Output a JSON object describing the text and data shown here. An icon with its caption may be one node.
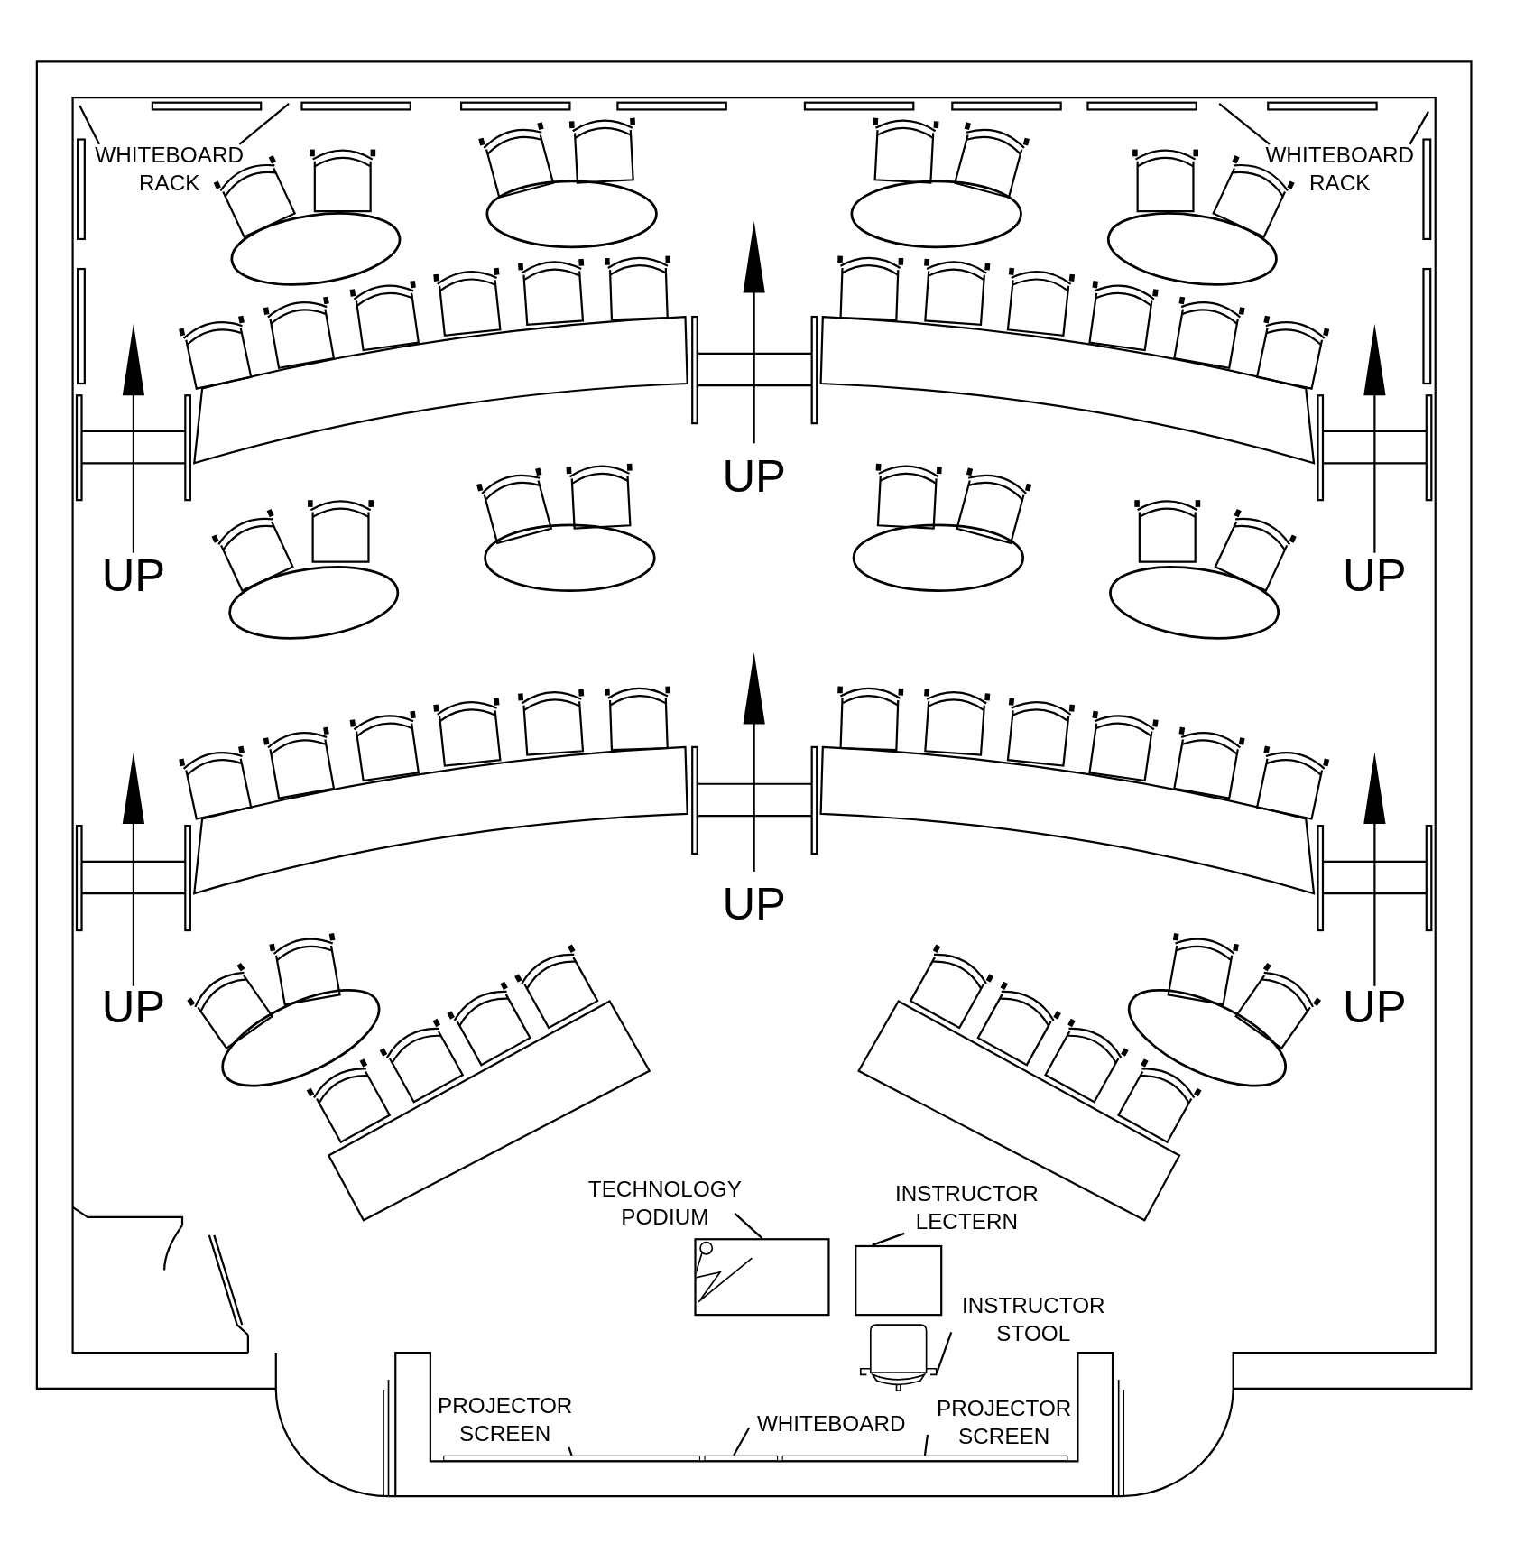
{
  "diagram": {
    "nodes": [
      {
        "text": [
          "WHITEBOARD RACK"
        ]
      },
      {
        "text": [
          "WHITEBOARD RACK"
        ]
      },
      {
        "text": [
          "TECHNOLOGY PODIUM"
        ]
      },
      {
        "text": [],
        "shape": "box"
      },
      {
        "text": [
          "INSTRUCTOR LECTERN"
        ]
      },
      {
        "text": [],
        "shape": "box"
      },
      {
        "text": [
          "INSTRUCTOR STOOL"
        ]
      },
      {
        "text": [],
        "shape": "picture"
      },
      {
        "text": [
          "PROJECTOR SCREEN"
        ]
      },
      {
        "text": [],
        "shape": "bar"
      },
      {
        "text": [
          "WHITEBOARD"
        ]
      },
      {
        "text": [],
        "shape": "bar"
      },
      {
        "text": [
          "PROJECTOR SCREEN"
        ]
      },
      {
        "text": [],
        "shape": "bar"
      }
    ],
    "edges": [
      {
        "from": 0,
        "to": null,
        "arrow": "none"
      },
      {
        "from": 0,
        "to": null,
        "arrow": "none"
      },
      {
        "from": 1,
        "to": null,
        "arrow": "none"
      },
      {
        "from": 1,
        "to": null,
        "arrow": "none"
      },
      {
        "from": 2,
        "to": 3,
        "arrow": "none"
      },
      {
        "from": 4,
        "to": 5,
        "arrow": "none"
      },
      {
        "from": 6,
        "to": 7,
        "arrow": "none"
      },
      {
        "from": 8,
        "to": 9,
        "arrow": "none"
      },
      {
        "from": 10,
        "to": 11,
        "arrow": "none"
      },
      {
        "from": 12,
        "to": 13,
        "arrow": "none"
      }
    ],
    "labels": [
      "UP",
      "UP",
      "UP",
      "UP",
      "UP",
      "UP"
    ]
  }
}
